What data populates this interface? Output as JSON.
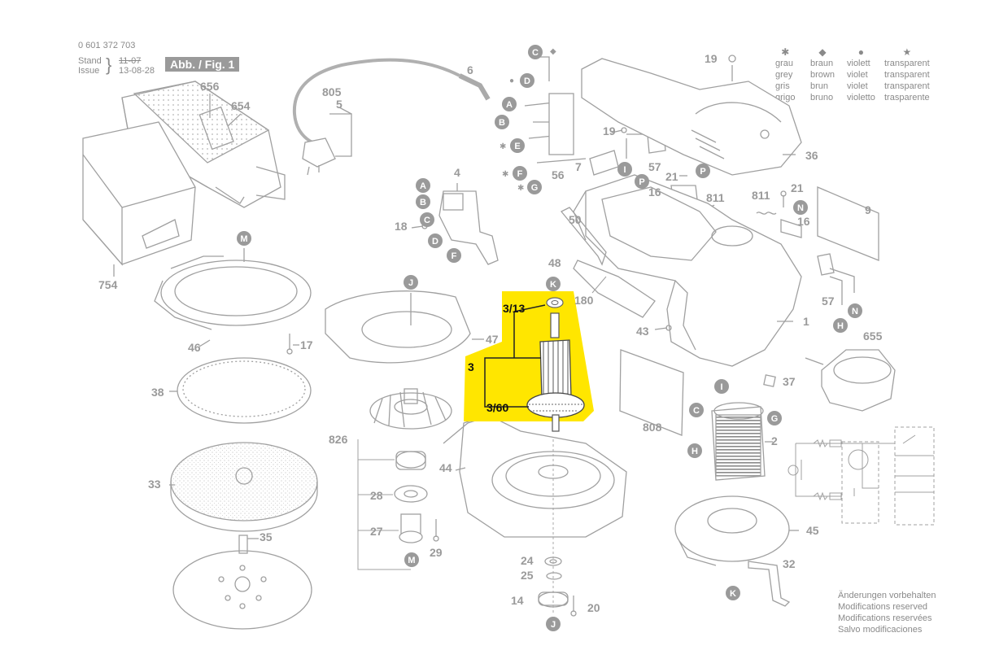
{
  "header": {
    "part_number": "0 601 372 703",
    "stand_label": "Stand",
    "issue_label": "Issue",
    "old_date": "11-07",
    "new_date": "13-08-28",
    "fig_label": "Abb. / Fig. 1"
  },
  "legend": [
    {
      "symbol": "✱",
      "symbol_name": "asterisk",
      "lines": [
        "grau",
        "grey",
        "gris",
        "grigo"
      ]
    },
    {
      "symbol": "◆",
      "symbol_name": "diamond",
      "lines": [
        "braun",
        "brown",
        "brun",
        "bruno"
      ]
    },
    {
      "symbol": "●",
      "symbol_name": "dot",
      "lines": [
        "violett",
        "violet",
        "violet",
        "violetto"
      ]
    },
    {
      "symbol": "★",
      "symbol_name": "star",
      "lines": [
        "transparent",
        "transparent",
        "transparent",
        "trasparente"
      ]
    }
  ],
  "footnote": [
    "Änderungen vorbehalten",
    "Modifications reserved",
    "Modifications reservées",
    "Salvo modificaciones"
  ],
  "highlight": {
    "color": "#ffe600",
    "labels": {
      "top": "3/13",
      "group": "3",
      "bottom": "3/60"
    }
  },
  "colors": {
    "line": "#9a9a9a",
    "badge": "#999999",
    "highlight": "#ffe600"
  },
  "part_numbers": {
    "n656": "656",
    "n654": "654",
    "n805": "805",
    "n5": "5",
    "n6": "6",
    "n754": "754",
    "n46": "46",
    "n17": "17",
    "n38": "38",
    "n33": "33",
    "n35": "35",
    "n826": "826",
    "n28": "28",
    "n27": "27",
    "n29": "29",
    "n47": "47",
    "n44": "44",
    "n4": "4",
    "n18": "18",
    "n56": "56",
    "n7": "7",
    "n19a": "19",
    "n19b": "19",
    "n57a": "57",
    "n57b": "57",
    "n21a": "21",
    "n21b": "21",
    "n16a": "16",
    "n16b": "16",
    "n811a": "811",
    "n811b": "811",
    "n36": "36",
    "n9": "9",
    "n50": "50",
    "n48": "48",
    "n180": "180",
    "n43": "43",
    "n1": "1",
    "n655": "655",
    "n37": "37",
    "n808": "808",
    "n2": "2",
    "n45": "45",
    "n32": "32",
    "n24": "24",
    "n25": "25",
    "n14": "14",
    "n20": "20"
  },
  "letter_tags": {
    "C1": "C",
    "D1": "D",
    "A1": "A",
    "B1": "B",
    "E1": "E",
    "F1": "F",
    "G1": "G",
    "A2": "A",
    "B2": "B",
    "C2": "C",
    "D2": "D",
    "F2": "F",
    "I1": "I",
    "P1": "P",
    "P2": "P",
    "N1": "N",
    "N2": "N",
    "H1": "H",
    "M1": "M",
    "J1": "J",
    "K1": "K",
    "M2": "M",
    "J2": "J",
    "C3": "C",
    "I2": "I",
    "G3": "G",
    "H2": "H",
    "K2": "K"
  }
}
